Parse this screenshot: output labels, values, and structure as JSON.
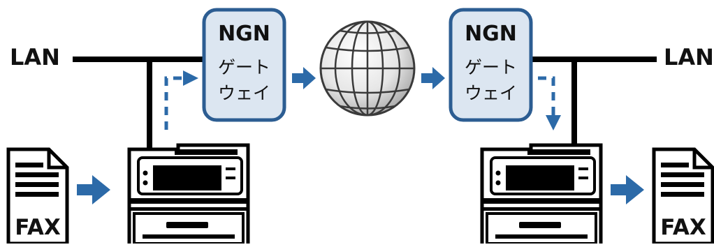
{
  "network": {
    "left_lan": "LAN",
    "right_lan": "LAN"
  },
  "gateways": [
    {
      "title": "NGN",
      "line1": "ゲート",
      "line2": "ウェイ"
    },
    {
      "title": "NGN",
      "line1": "ゲート",
      "line2": "ウェイ"
    }
  ],
  "documents": {
    "left_fax": "FAX",
    "right_fax": "FAX"
  },
  "icons": {
    "internet": "globe-icon",
    "sender": "printer-icon",
    "receiver": "printer-icon",
    "document": "fax-document-icon"
  },
  "colors": {
    "gateway_fill": "#dce6f1",
    "gateway_stroke": "#2c5d92",
    "arrow": "#2c6aa8",
    "line": "#000000"
  }
}
